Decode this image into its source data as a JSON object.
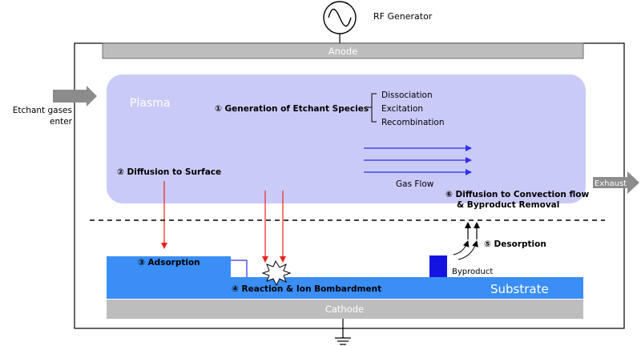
{
  "rf_generator": "RF Generator",
  "anode": "Anode",
  "cathode": "Cathode",
  "substrate": "Substrate",
  "plasma": "Plasma",
  "etchant_gases": [
    "Etchant gases",
    "enter"
  ],
  "exhaust": "Exhaust",
  "steps": {
    "generation": "① Generation of Etchant Species",
    "generation_sub": [
      "Dissociation",
      "Excitation",
      "Recombination"
    ],
    "diffusion": "② Diffusion to Surface",
    "adsorption": "③ Adsorption",
    "reaction": "④ Reaction & Ion Bombardment",
    "desorption": "⑤ Desorption",
    "convection": [
      "⑥ Diffusion to Convection flow",
      "& Byproduct Removal"
    ]
  },
  "gas_flow": "Gas Flow",
  "byproduct": "Byproduct",
  "colors": {
    "plasma": "#cacaf8",
    "substrate": "#3a8ef6",
    "electrode": "#bdbdbd",
    "arrow_red": "#e8231c",
    "arrow_blue": "#2f2fe6",
    "byproduct": "#1414e0",
    "gray_arrow": "#8c8c8c"
  }
}
